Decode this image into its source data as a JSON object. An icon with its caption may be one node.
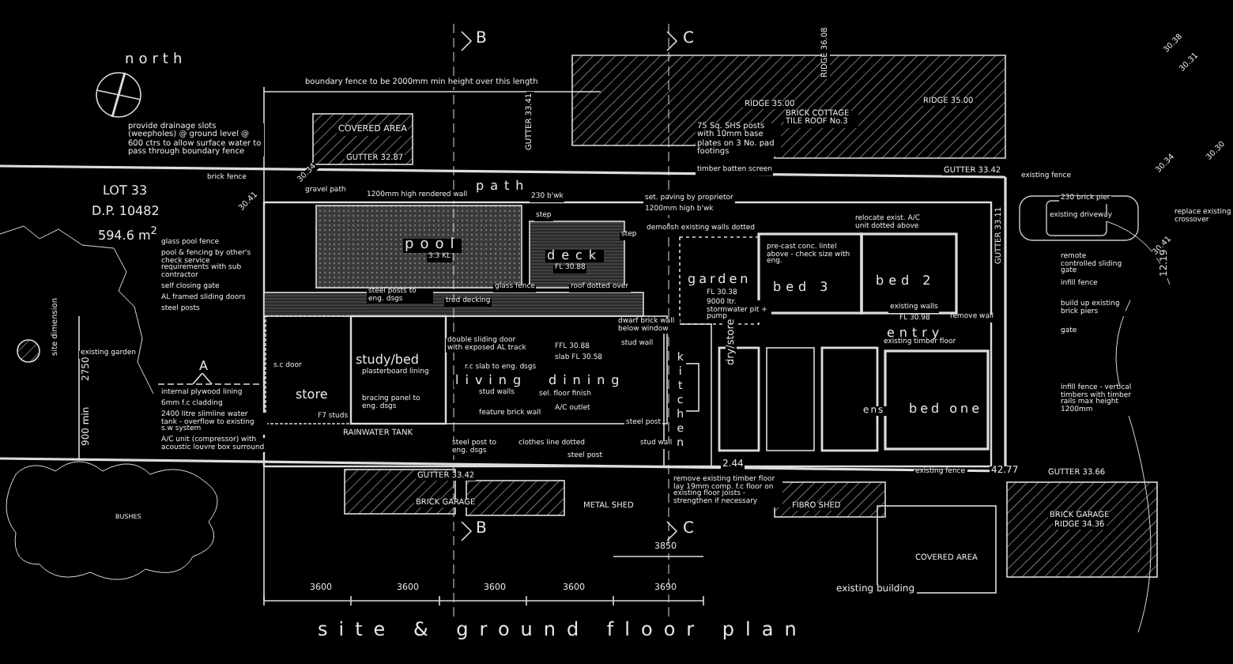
{
  "diagram": {
    "caption": "site & ground floor plan",
    "labels": [
      "north",
      "boundary fence to be 2000mm min height over this length",
      "B",
      "C",
      "COVERED AREA",
      "GUTTER 32.87",
      "GUTTER 33.41",
      "RIDGE 35.00",
      "BRICK COTTAGE TILE ROOF No.3",
      "RIDGE 36.08",
      "RIDGE 35.00",
      "75 Sq. SHS posts with 10mm base plates on 3 No. pad footings",
      "GUTTER 33.42",
      "existing fence",
      "timber batten screen",
      "provide drainage slots (weepholes) @ ground level @ 600 ctrs to allow surface water to pass through boundary fence",
      "brick fence",
      "LOT 33",
      "D.P. 10482",
      "594.6 m$^{2}$",
      "gravel path",
      "1200mm high rendered wall",
      "path",
      "230 b'wk",
      "set. paving by proprietor",
      "1200mm high b'wk",
      "demolish existing walls dotted",
      "glass pool fence",
      "pool & fencing by other's check service requirements with sub contractor",
      "self closing gate",
      "AL framed sliding doors",
      "steel posts",
      "pool",
      "3.3 KL",
      "deck",
      "FL 30.88",
      "step",
      "step",
      "garden",
      "FL 30.38",
      "9000 ltr. stormwater pit + pump",
      "steel posts to eng. dsgs",
      "glass fence",
      "roof dotted over",
      "tred decking",
      "230 brick pier",
      "existing driveway",
      "replace existing crossover",
      "relocate exist. A/C unit dotted above",
      "bed 3",
      "bed 2",
      "pre-cast conc. lintel above - check size with eng.",
      "existing walls",
      "FL 30.98",
      "remote controlled sliding gate",
      "infill fence",
      "build up existing brick piers",
      "GUTTER 33.11",
      "gate",
      "entry",
      "existing timber floor",
      "bed one",
      "ens",
      "infill fence - vertical timbers with timber rails max height 1200mm",
      "existing fence",
      "42.77",
      "GUTTER 33.66",
      "BRICK GARAGE",
      "RIDGE 34.36",
      "COVERED AREA",
      "existing building",
      "store",
      "study/bed",
      "plasterboard lining",
      "bracing panel to eng. dsgs",
      "s.c door",
      "F7 studs",
      "RAINWATER TANK",
      "internal plywood lining",
      "6mm f.c cladding",
      "2400 litre slimline water tank - overflow to existing s.w system",
      "A/C unit (compressor) with acoustic louvre box surround",
      "existing garden",
      "site dimension",
      "2750",
      "900 min",
      "A",
      "living",
      "dining",
      "double sliding door with exposed AL track",
      "r.c slab to eng. dsgs",
      "stud walls",
      "feature brick wall",
      "FFL 30.88",
      "slab FL 30.58",
      "sel. floor finish",
      "A/C outlet",
      "kitchen",
      "dry/store",
      "steel post",
      "dwarf brick wall below window",
      "stud wall",
      "clothes line dotted",
      "steel post to eng. dsgs",
      "steel post",
      "stud wall",
      "GUTTER 33.42",
      "BRICK GARAGE",
      "METAL SHED",
      "FIBRO SHED",
      "remove existing timber floor lay 19mm comp. f.c floor on existing floor joists - strengthen if necessary",
      "2.44",
      "B",
      "C",
      "3850",
      "3600",
      "3600",
      "3600",
      "3600",
      "3690",
      "BUSHES",
      "30.41",
      "30.34",
      "30.38",
      "30.31",
      "30.30",
      "30.34",
      "30.41",
      "12.19",
      "remove wall"
    ]
  }
}
